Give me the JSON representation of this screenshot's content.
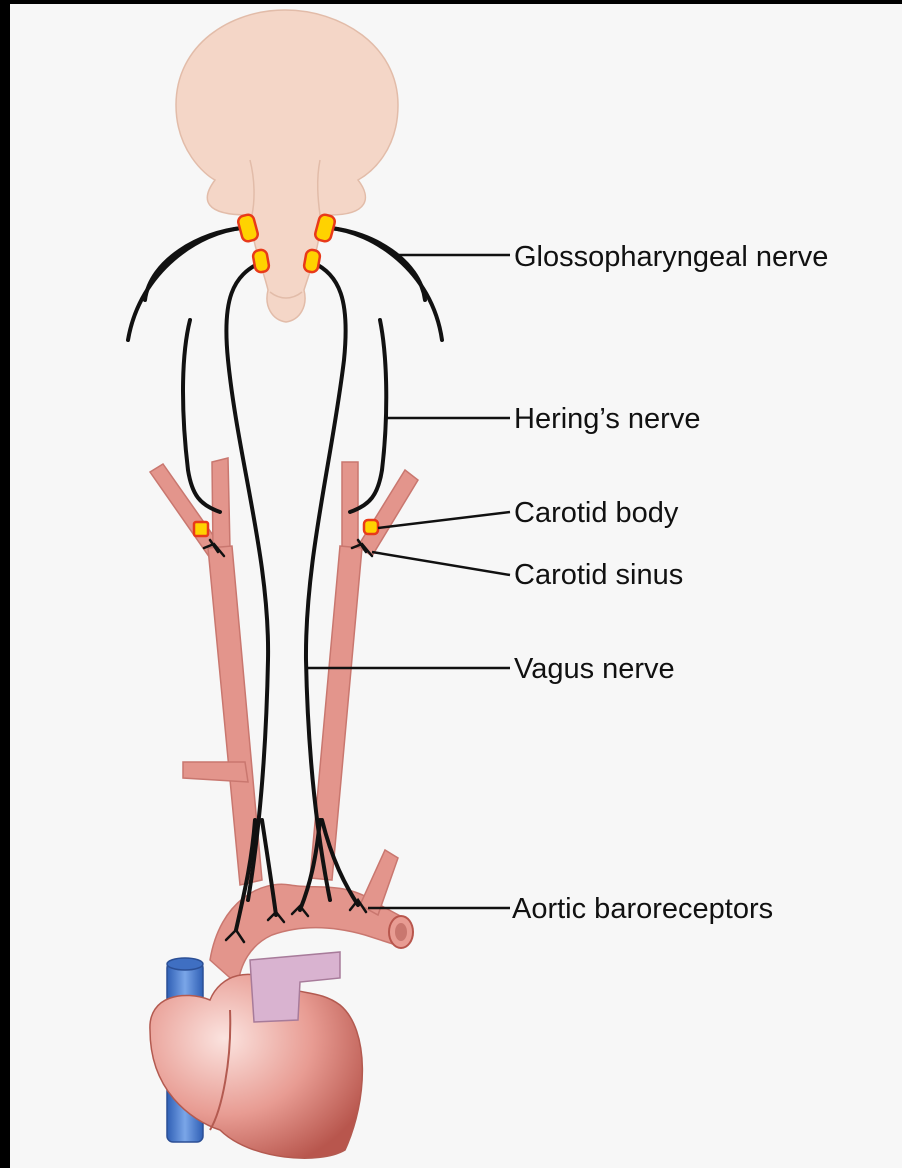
{
  "labels": {
    "glossopharyngeal": "Glossopharyngeal nerve",
    "herings": "Hering’s nerve",
    "carotid_body": "Carotid body",
    "carotid_sinus": "Carotid sinus",
    "vagus": "Vagus nerve",
    "aortic": "Aortic baroreceptors"
  },
  "colors": {
    "background_frame": "#000000",
    "panel": "#f7f7f7",
    "nerve": "#111111",
    "brain": "#f4d6c7",
    "artery": "#e3958c",
    "ganglion_fill": "#ffd200",
    "ganglion_outline": "#e83a1a",
    "vein": "#4a7fd0",
    "pulmonary": "#d9b3d0"
  }
}
